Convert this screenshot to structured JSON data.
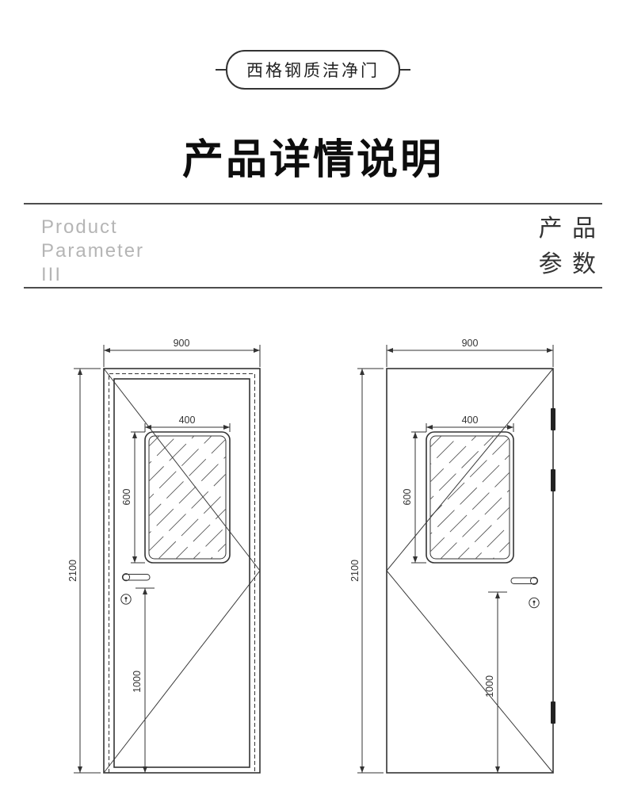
{
  "badge": {
    "label": "西格钢质洁净门"
  },
  "title": "产品详情说明",
  "section_header": {
    "en_lines": [
      "Product",
      "Parameter",
      "III"
    ],
    "zh_lines": [
      "产 品",
      "参 数"
    ]
  },
  "doors": [
    {
      "overall_width": "900",
      "overall_height": "2100",
      "window_width": "400",
      "window_height": "600",
      "handle_height": "1000"
    },
    {
      "overall_width": "900",
      "overall_height": "2100",
      "window_width": "400",
      "window_height": "600",
      "handle_height": "1000"
    }
  ],
  "colors": {
    "line": "#333333",
    "muted_text": "#b5b5b5",
    "background": "#ffffff"
  }
}
